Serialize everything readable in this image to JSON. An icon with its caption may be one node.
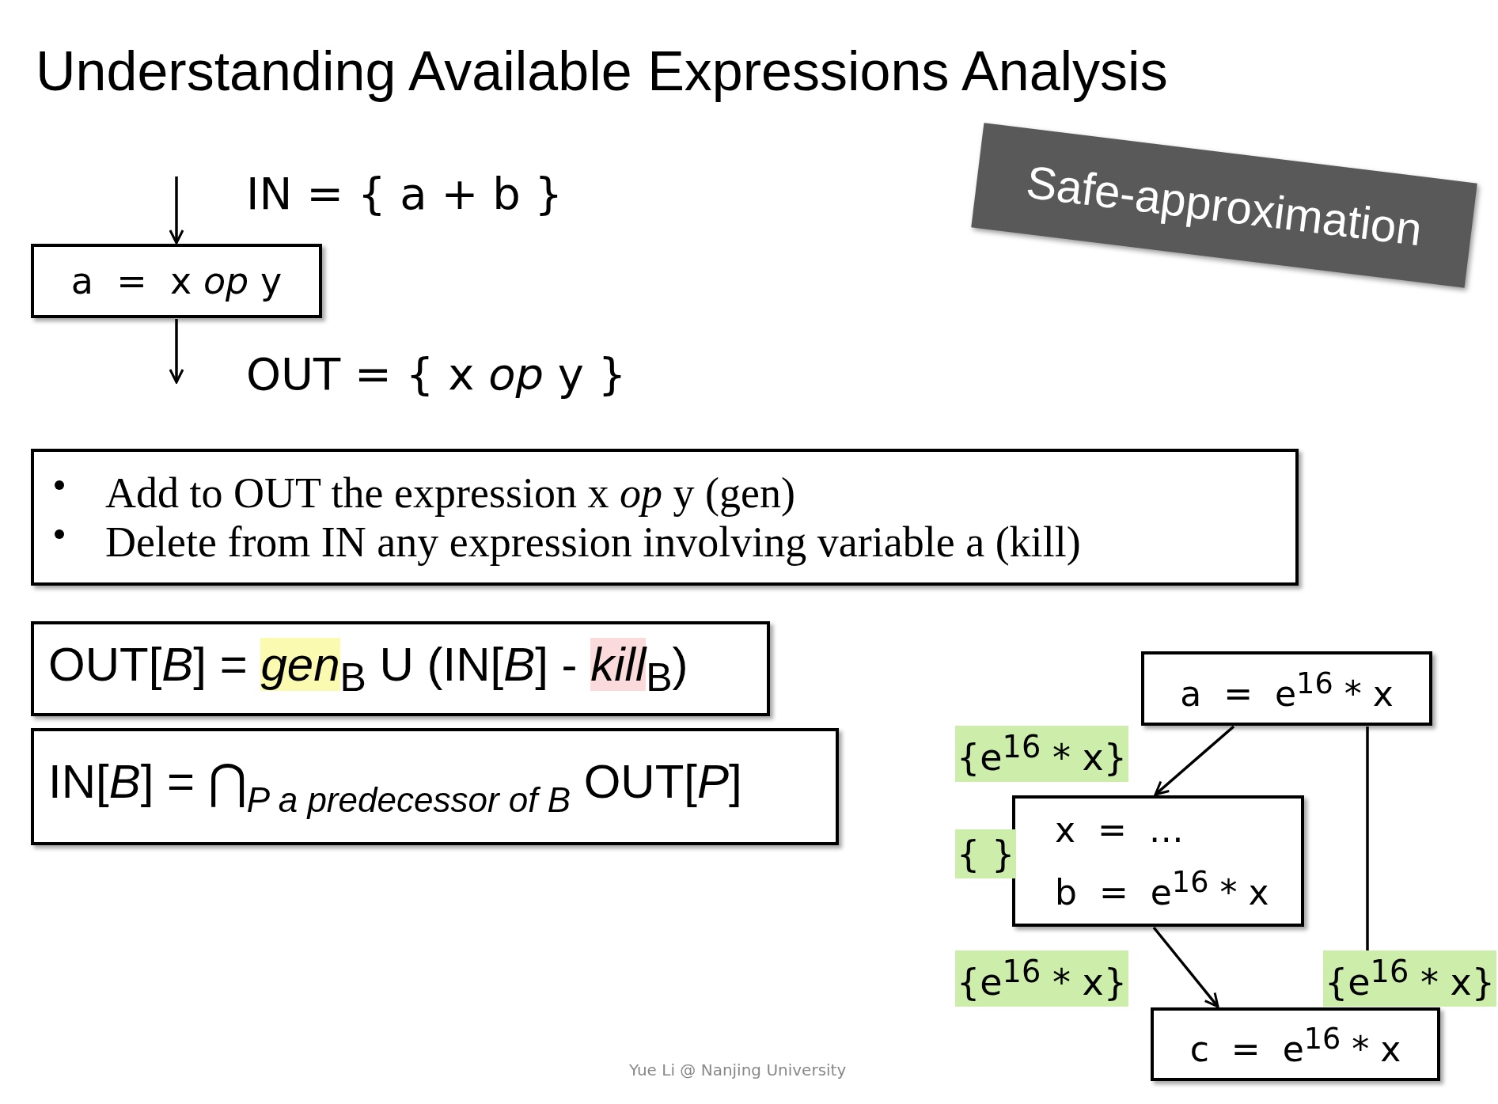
{
  "diagram": {
    "title": "Understanding Available Expressions Analysis",
    "nodes": [
      {
        "text": [
          "a  =  x *op* y"
        ]
      },
      {
        "text": [
          "Safe-approximation"
        ]
      },
      {
        "text": [
          "Add to OUT the expression x *op* y (gen)",
          "Delete from IN any expression involving variable a (kill)"
        ]
      },
      {
        "text": [
          "OUT[*B*] = *gen*$_{B}$ U (IN[*B*] - *kill*$_{B}$)"
        ]
      },
      {
        "text": [
          "IN[*B*] = ⋂$_{P a predecessor of B}$ OUT[*P*]"
        ]
      },
      {
        "text": [
          "a  =  e$^{16}$ * x"
        ]
      },
      {
        "text": [
          "x  =  …",
          "b  =  e$^{16}$ * x"
        ]
      },
      {
        "text": [
          "c  =  e$^{16}$ * x"
        ]
      }
    ],
    "edges": [
      {
        "from": null,
        "to": 0,
        "arrow": "to"
      },
      {
        "from": 0,
        "to": null,
        "arrow": "to"
      },
      {
        "from": 5,
        "to": 6,
        "arrow": "to"
      },
      {
        "from": 6,
        "to": 7,
        "arrow": "to"
      },
      {
        "from": 5,
        "to": 7,
        "arrow": "none"
      }
    ],
    "labels": [
      "IN = { a + b }",
      "OUT = { x *op* y }",
      "{e$^{16}$ * x}",
      "{ }",
      "{e$^{16}$ * x}",
      "{e$^{16}$ * x}",
      "Yue Li @ Nanjing University"
    ]
  }
}
